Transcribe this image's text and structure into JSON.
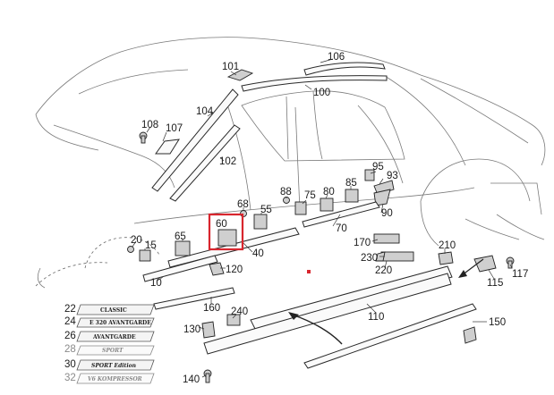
{
  "parts": [
    {
      "key": "p101",
      "label": "101"
    },
    {
      "key": "p106",
      "label": "106"
    },
    {
      "key": "p100",
      "label": "100"
    },
    {
      "key": "p104",
      "label": "104"
    },
    {
      "key": "p108",
      "label": "108"
    },
    {
      "key": "p107",
      "label": "107"
    },
    {
      "key": "p102",
      "label": "102"
    },
    {
      "key": "p95",
      "label": "95"
    },
    {
      "key": "p93",
      "label": "93"
    },
    {
      "key": "p88",
      "label": "88"
    },
    {
      "key": "p75",
      "label": "75"
    },
    {
      "key": "p80",
      "label": "80"
    },
    {
      "key": "p85",
      "label": "85"
    },
    {
      "key": "p90",
      "label": "90"
    },
    {
      "key": "p68",
      "label": "68"
    },
    {
      "key": "p55",
      "label": "55"
    },
    {
      "key": "p60",
      "label": "60"
    },
    {
      "key": "p65",
      "label": "65"
    },
    {
      "key": "p20",
      "label": "20"
    },
    {
      "key": "p15",
      "label": "15"
    },
    {
      "key": "p70",
      "label": "70"
    },
    {
      "key": "p40",
      "label": "40"
    },
    {
      "key": "p170",
      "label": "170"
    },
    {
      "key": "p230",
      "label": "230"
    },
    {
      "key": "p210",
      "label": "210"
    },
    {
      "key": "p220",
      "label": "220"
    },
    {
      "key": "p120",
      "label": "120"
    },
    {
      "key": "p10",
      "label": "10"
    },
    {
      "key": "p117",
      "label": "117"
    },
    {
      "key": "p115",
      "label": "115"
    },
    {
      "key": "p160",
      "label": "160"
    },
    {
      "key": "p240",
      "label": "240"
    },
    {
      "key": "p110",
      "label": "110"
    },
    {
      "key": "p150",
      "label": "150"
    },
    {
      "key": "p130",
      "label": "130"
    },
    {
      "key": "p140",
      "label": "140"
    }
  ],
  "badges": [
    {
      "label": "22",
      "text": "CLASSIC"
    },
    {
      "label": "24",
      "text": "E 320 AVANTGARDE"
    },
    {
      "label": "26",
      "text": "AVANTGARDE"
    },
    {
      "label": "28",
      "text": "SPORT"
    },
    {
      "label": "30",
      "text": "SPORT Edition"
    },
    {
      "label": "32",
      "text": "V6 KOMPRESSOR"
    }
  ],
  "highlight": {
    "label": "60",
    "color": "#d8262e"
  },
  "marker_color": "#d8262e"
}
